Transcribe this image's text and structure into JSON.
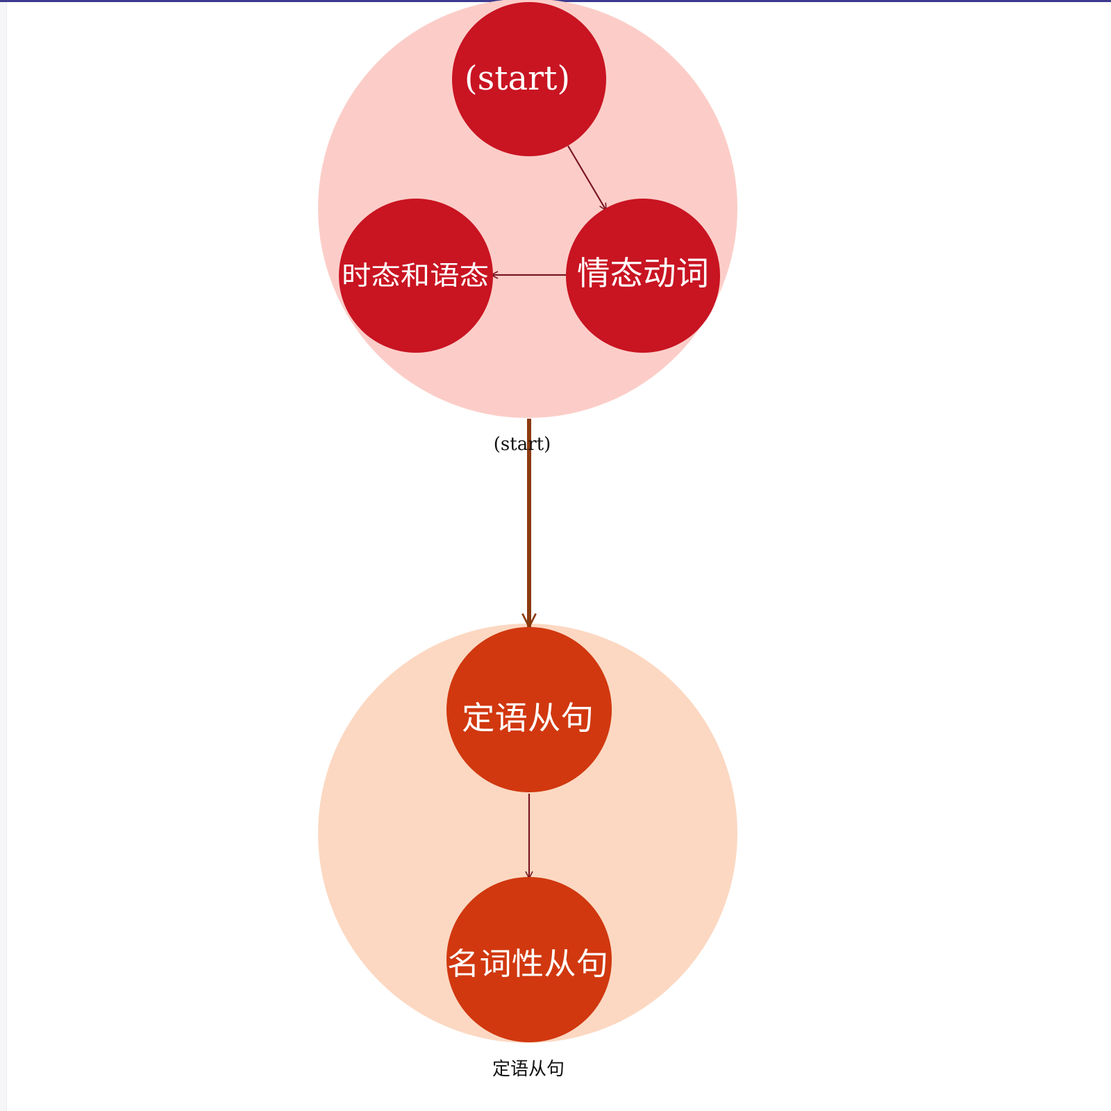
{
  "colors": {
    "frame_accent": "#3b3a8f",
    "group1_fill": "#fccdc8",
    "group1_node": "#c91422",
    "group2_fill": "#fcd8c2",
    "group2_node": "#d1380f",
    "inner_arrow": "#7a1522",
    "group_arrow": "#8b3a0f",
    "node_text": "#ffffff",
    "caption_text": "#111111"
  },
  "groups": [
    {
      "caption": "(start)",
      "nodes": {
        "start": "(start)",
        "modal_verbs": "情态动词",
        "tense_voice": "时态和语态"
      }
    },
    {
      "caption": "定语从句",
      "nodes": {
        "attributive_clause": "定语从句",
        "noun_clause": "名词性从句"
      }
    }
  ],
  "edges": [
    {
      "from": "(start)",
      "to": "情态动词"
    },
    {
      "from": "情态动词",
      "to": "时态和语态"
    },
    {
      "from": "(start)",
      "to": "定语从句",
      "kind": "group"
    },
    {
      "from": "定语从句",
      "to": "名词性从句"
    }
  ]
}
